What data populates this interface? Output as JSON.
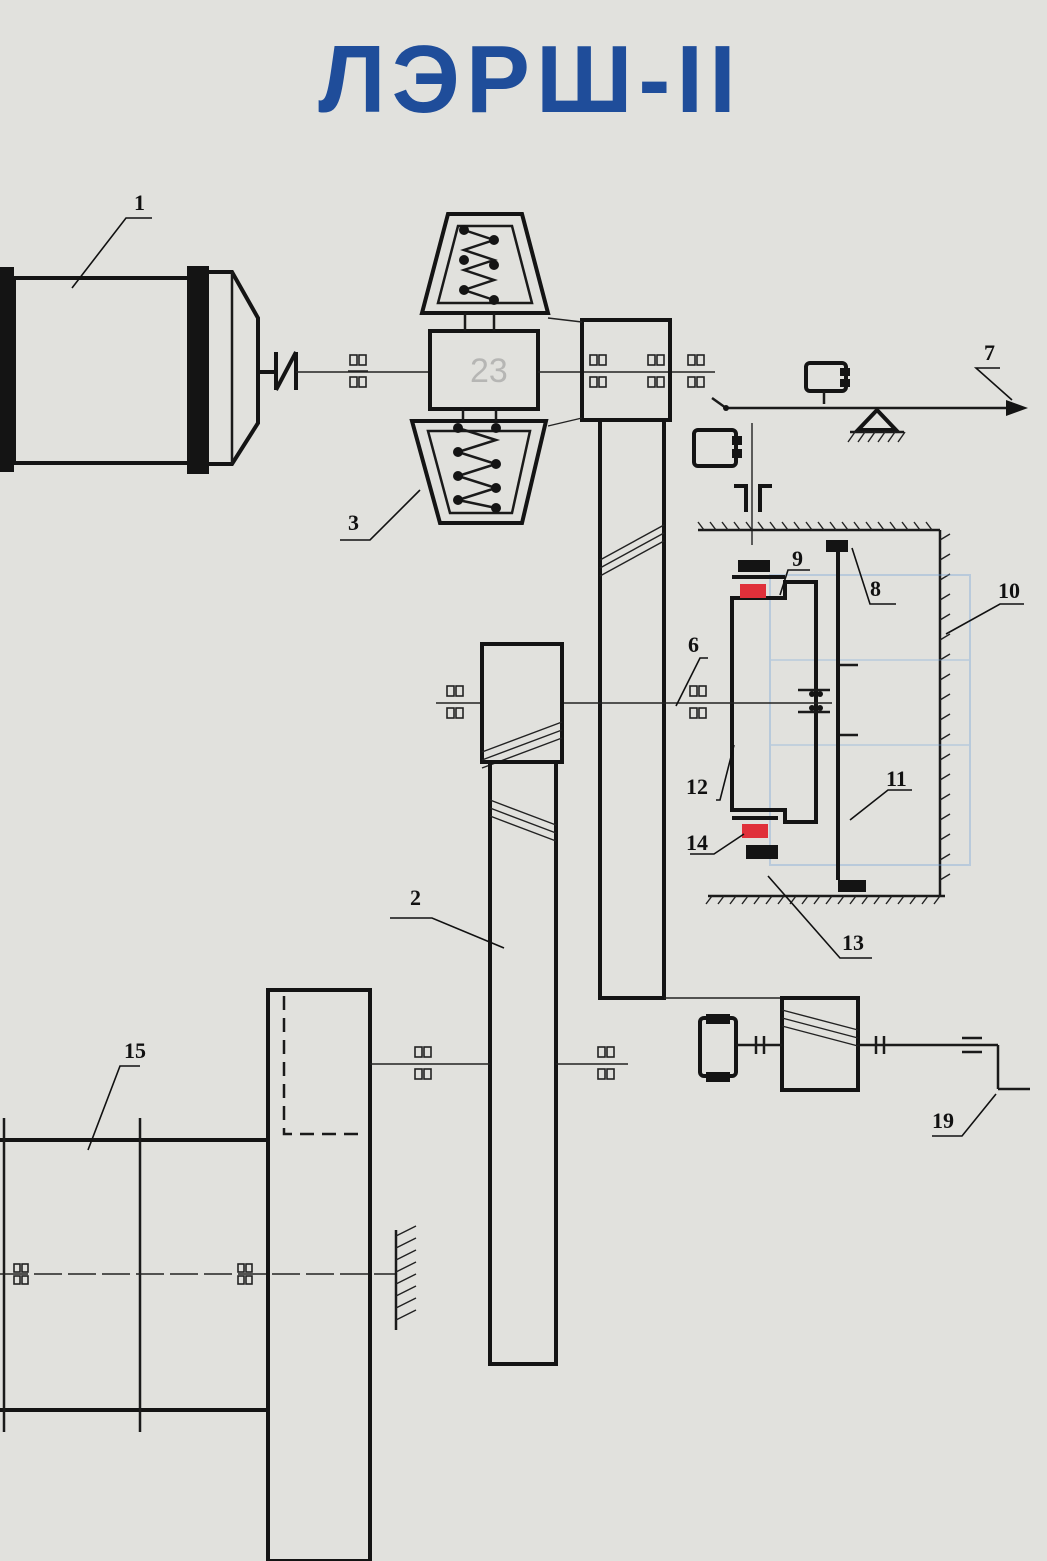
{
  "poster": {
    "title": "ЛЭРШ-II",
    "title_color": "#1f4d9a",
    "background_color": "#dcdcd8",
    "accent_red": "#e0303a"
  },
  "diagram": {
    "callouts": [
      "1",
      "2",
      "3",
      "6",
      "7",
      "8",
      "9",
      "10",
      "11",
      "12",
      "13",
      "14",
      "15",
      "19"
    ]
  }
}
